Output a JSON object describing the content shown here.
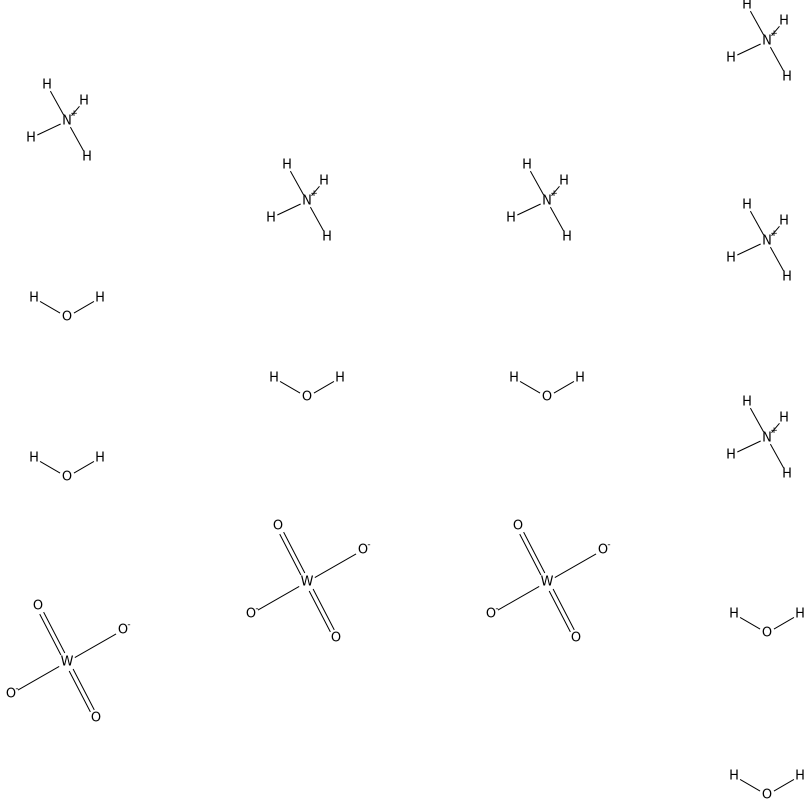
{
  "molecules": [
    {
      "kind": "ammonium",
      "atoms": {
        "center": "N",
        "h": "H",
        "charge": "+"
      }
    },
    {
      "kind": "ammonium",
      "atoms": {
        "center": "N",
        "h": "H",
        "charge": "+"
      }
    },
    {
      "kind": "ammonium",
      "atoms": {
        "center": "N",
        "h": "H",
        "charge": "+"
      }
    },
    {
      "kind": "ammonium",
      "atoms": {
        "center": "N",
        "h": "H",
        "charge": "+"
      }
    },
    {
      "kind": "ammonium",
      "atoms": {
        "center": "N",
        "h": "H",
        "charge": "+"
      }
    },
    {
      "kind": "ammonium",
      "atoms": {
        "center": "N",
        "h": "H",
        "charge": "+"
      }
    },
    {
      "kind": "water",
      "atoms": {
        "center": "O",
        "h": "H"
      }
    },
    {
      "kind": "water",
      "atoms": {
        "center": "O",
        "h": "H"
      }
    },
    {
      "kind": "water",
      "atoms": {
        "center": "O",
        "h": "H"
      }
    },
    {
      "kind": "water",
      "atoms": {
        "center": "O",
        "h": "H"
      }
    },
    {
      "kind": "water",
      "atoms": {
        "center": "O",
        "h": "H"
      }
    },
    {
      "kind": "water",
      "atoms": {
        "center": "O",
        "h": "H"
      }
    },
    {
      "kind": "tungstate",
      "atoms": {
        "center": "W",
        "o": "O",
        "charge": "-"
      }
    },
    {
      "kind": "tungstate",
      "atoms": {
        "center": "W",
        "o": "O",
        "charge": "-"
      }
    },
    {
      "kind": "tungstate",
      "atoms": {
        "center": "W",
        "o": "O",
        "charge": "-"
      }
    }
  ]
}
